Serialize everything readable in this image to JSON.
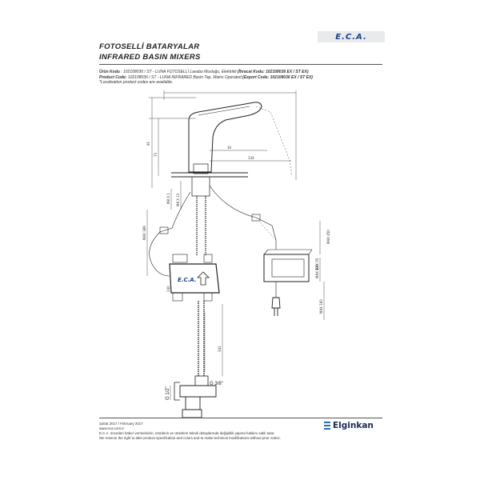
{
  "header": {
    "title_tr": "FOTOSELLİ BATARYALAR",
    "title_en": "INFRARED BASIN MIXERS",
    "brand_logo_text": "E.C.A."
  },
  "product": {
    "line1_label": "Ürün Kodu",
    "line1_value": " : 102108036 / ST - LUNA FOTOSELLİ Lavabo Musluğu, Elektrikli ",
    "line1_export": "(İhracat Kodu: 102108036 EX / ST EX)",
    "line2_label": "Product Code:",
    "line2_value": " 102108036 / ST - LUNA INFRARED Basin Tap, Mains Operated ",
    "line2_export": "(Export Code: 102108036 EX / ST EX)",
    "line3": "*Localisation product codes are available."
  },
  "drawing": {
    "dims": [
      "91",
      "73",
      "16",
      "134",
      "M8 X 1",
      "M8 X 13",
      "MAX 389",
      "MAX 450",
      "MAX 120",
      "MAX 55",
      "MAX 160",
      "140",
      "341"
    ],
    "thread_labels": [
      "G 3/8\"",
      "G 1/2\""
    ],
    "mixer_box_text": "E.C.A."
  },
  "footer": {
    "date": "Şubat 2017 / February 2017",
    "website": "www.eca.com.tr",
    "note_tr": "E.C.A. önceden haber vermeksizin, ürünlerin ve ürünlerin teknik detaylarında değişiklik yapma hakkını saklı tutar.",
    "note_en": "We reserve the right to alter product specification and colors and to make technical modifications without prior notice."
  },
  "brand2": {
    "name": "Elginkan"
  }
}
